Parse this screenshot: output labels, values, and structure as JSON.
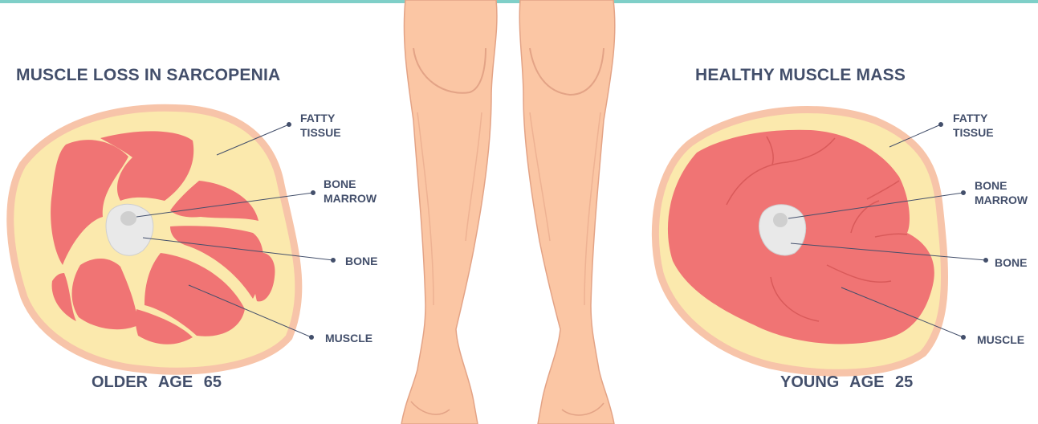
{
  "left_panel": {
    "title": "MUSCLE LOSS IN SARCOPENIA",
    "labels": {
      "fatty_tissue": [
        "FATTY",
        "TISSUE"
      ],
      "bone_marrow": [
        "BONE",
        "MARROW"
      ],
      "bone": "BONE",
      "muscle": "MUSCLE"
    },
    "age_label": "OLDER  AGE 65"
  },
  "right_panel": {
    "title": "HEALTHY MUSCLE MASS",
    "labels": {
      "fatty_tissue": [
        "FATTY",
        "TISSUE"
      ],
      "bone_marrow": [
        "BONE",
        "MARROW"
      ],
      "bone": "BONE",
      "muscle": "MUSCLE"
    },
    "age_label": "YOUNG  AGE 25"
  },
  "colors": {
    "accent_bar": "#7fcfc8",
    "text": "#434f6b",
    "fat": "#fbe9ad",
    "skin_border": "#f7c4a9",
    "muscle": "#f07474",
    "bone": "#e9e9e9",
    "leg_skin": "#fbc6a4",
    "leg_outline": "#e3a386"
  }
}
